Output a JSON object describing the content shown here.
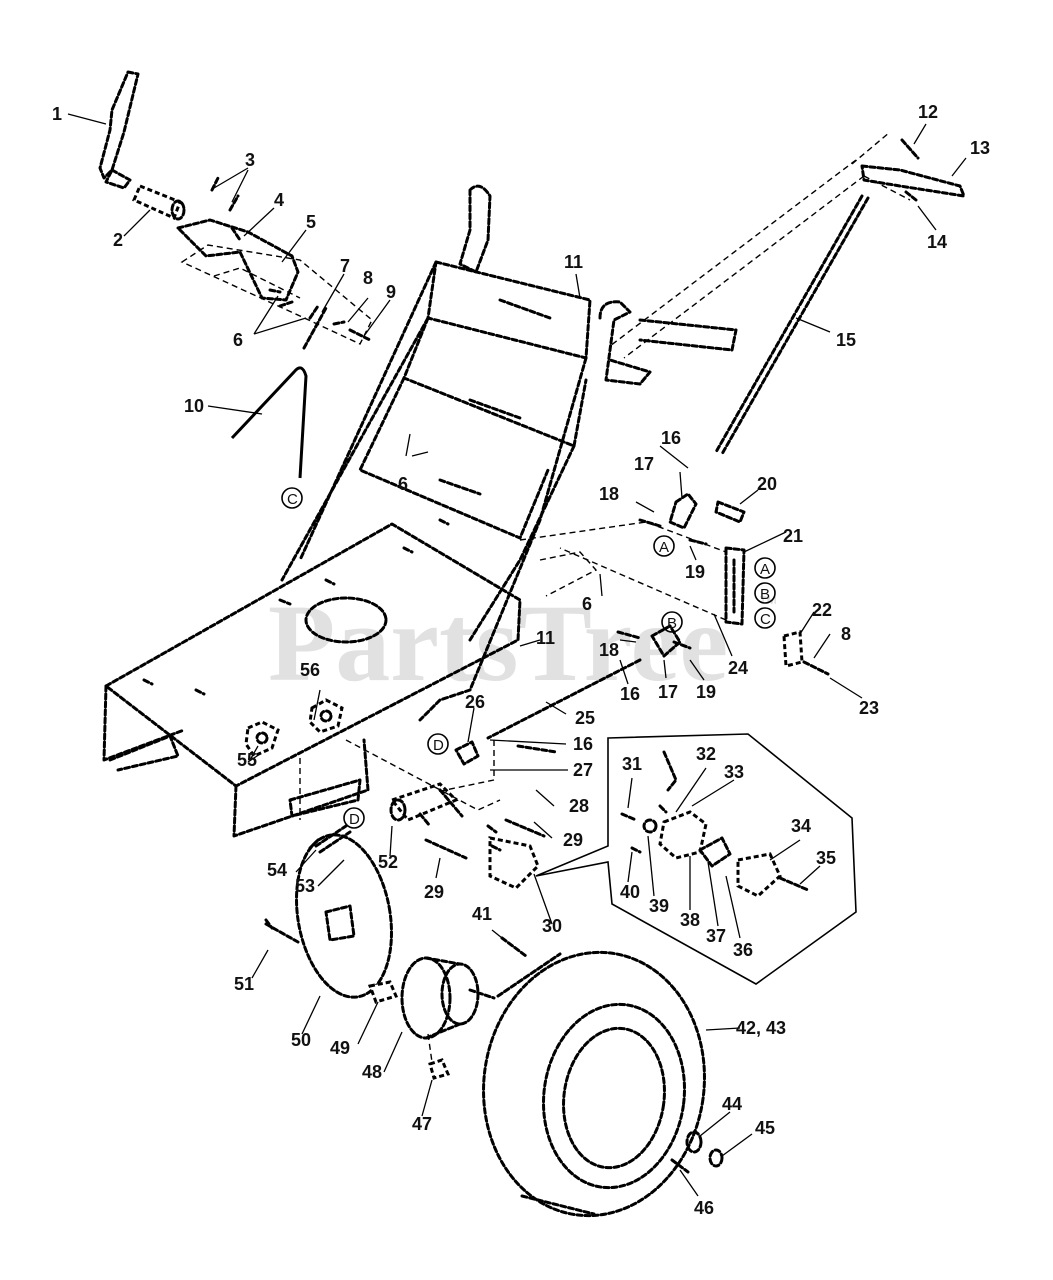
{
  "watermark": {
    "text": "PartsTree",
    "trademark": "™"
  },
  "callouts": [
    {
      "id": "c1",
      "label": "1"
    },
    {
      "id": "c2",
      "label": "2"
    },
    {
      "id": "c3",
      "label": "3"
    },
    {
      "id": "c4",
      "label": "4"
    },
    {
      "id": "c5",
      "label": "5"
    },
    {
      "id": "c6a",
      "label": "6"
    },
    {
      "id": "c6b",
      "label": "6"
    },
    {
      "id": "c6c",
      "label": "6"
    },
    {
      "id": "c7",
      "label": "7"
    },
    {
      "id": "c8a",
      "label": "8"
    },
    {
      "id": "c8b",
      "label": "8"
    },
    {
      "id": "c9",
      "label": "9"
    },
    {
      "id": "c10",
      "label": "10"
    },
    {
      "id": "c11a",
      "label": "11"
    },
    {
      "id": "c11b",
      "label": "11"
    },
    {
      "id": "c12",
      "label": "12"
    },
    {
      "id": "c13",
      "label": "13"
    },
    {
      "id": "c14",
      "label": "14"
    },
    {
      "id": "c15",
      "label": "15"
    },
    {
      "id": "c16a",
      "label": "16"
    },
    {
      "id": "c16b",
      "label": "16"
    },
    {
      "id": "c16c",
      "label": "16"
    },
    {
      "id": "c17a",
      "label": "17"
    },
    {
      "id": "c17b",
      "label": "17"
    },
    {
      "id": "c18a",
      "label": "18"
    },
    {
      "id": "c18b",
      "label": "18"
    },
    {
      "id": "c19a",
      "label": "19"
    },
    {
      "id": "c19b",
      "label": "19"
    },
    {
      "id": "c20",
      "label": "20"
    },
    {
      "id": "c21",
      "label": "21"
    },
    {
      "id": "c22",
      "label": "22"
    },
    {
      "id": "c23",
      "label": "23"
    },
    {
      "id": "c24",
      "label": "24"
    },
    {
      "id": "c25",
      "label": "25"
    },
    {
      "id": "c26",
      "label": "26"
    },
    {
      "id": "c27",
      "label": "27"
    },
    {
      "id": "c28",
      "label": "28"
    },
    {
      "id": "c29a",
      "label": "29"
    },
    {
      "id": "c29b",
      "label": "29"
    },
    {
      "id": "c30",
      "label": "30"
    },
    {
      "id": "c31",
      "label": "31"
    },
    {
      "id": "c32",
      "label": "32"
    },
    {
      "id": "c33",
      "label": "33"
    },
    {
      "id": "c34",
      "label": "34"
    },
    {
      "id": "c35",
      "label": "35"
    },
    {
      "id": "c36",
      "label": "36"
    },
    {
      "id": "c37",
      "label": "37"
    },
    {
      "id": "c38",
      "label": "38"
    },
    {
      "id": "c39",
      "label": "39"
    },
    {
      "id": "c40",
      "label": "40"
    },
    {
      "id": "c41",
      "label": "41"
    },
    {
      "id": "c4243",
      "label": "42, 43"
    },
    {
      "id": "c44",
      "label": "44"
    },
    {
      "id": "c45",
      "label": "45"
    },
    {
      "id": "c46",
      "label": "46"
    },
    {
      "id": "c47",
      "label": "47"
    },
    {
      "id": "c48",
      "label": "48"
    },
    {
      "id": "c49",
      "label": "49"
    },
    {
      "id": "c50",
      "label": "50"
    },
    {
      "id": "c51",
      "label": "51"
    },
    {
      "id": "c52",
      "label": "52"
    },
    {
      "id": "c53",
      "label": "53"
    },
    {
      "id": "c54",
      "label": "54"
    },
    {
      "id": "c55",
      "label": "55"
    },
    {
      "id": "c56",
      "label": "56"
    }
  ],
  "reference_markers": [
    {
      "id": "mC1",
      "letter": "C"
    },
    {
      "id": "mA1",
      "letter": "A"
    },
    {
      "id": "mA2",
      "letter": "A"
    },
    {
      "id": "mB1",
      "letter": "B"
    },
    {
      "id": "mB2",
      "letter": "B"
    },
    {
      "id": "mC2",
      "letter": "C"
    },
    {
      "id": "mD1",
      "letter": "D"
    },
    {
      "id": "mD2",
      "letter": "D"
    }
  ]
}
